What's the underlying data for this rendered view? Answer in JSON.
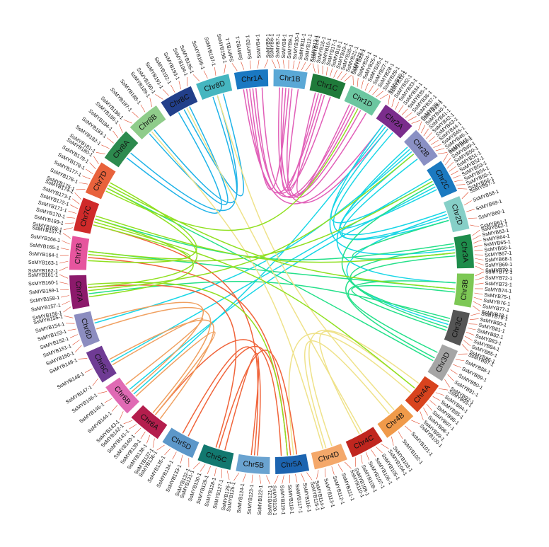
{
  "chromosomes": [
    {
      "name": "Chr1A",
      "color": "#1a78c2"
    },
    {
      "name": "Chr1B",
      "color": "#5aa8d6"
    },
    {
      "name": "Chr1C",
      "color": "#1f7a3a"
    },
    {
      "name": "Chr1D",
      "color": "#6cc6a0"
    },
    {
      "name": "Chr2A",
      "color": "#7b2d8c"
    },
    {
      "name": "Chr2B",
      "color": "#8a90c4"
    },
    {
      "name": "Chr2C",
      "color": "#1b79c0"
    },
    {
      "name": "Chr2D",
      "color": "#86cfc7"
    },
    {
      "name": "Chr3A",
      "color": "#1e8c4b"
    },
    {
      "name": "Chr3B",
      "color": "#7dc855"
    },
    {
      "name": "Chr3C",
      "color": "#555555"
    },
    {
      "name": "Chr3D",
      "color": "#a5a5a5"
    },
    {
      "name": "Chr4A",
      "color": "#d8431e"
    },
    {
      "name": "Chr4B",
      "color": "#f09a4a"
    },
    {
      "name": "Chr4C",
      "color": "#c0261f"
    },
    {
      "name": "Chr4D",
      "color": "#f4a86a"
    },
    {
      "name": "Chr5A",
      "color": "#1c64b0"
    },
    {
      "name": "Chr5B",
      "color": "#6aa3d0"
    },
    {
      "name": "Chr5C",
      "color": "#12786f"
    },
    {
      "name": "Chr5D",
      "color": "#5c97c9"
    },
    {
      "name": "Chr6A",
      "color": "#b41e4d"
    },
    {
      "name": "Chr6B",
      "color": "#e06ab4"
    },
    {
      "name": "Chr6C",
      "color": "#6f3b94"
    },
    {
      "name": "Chr6D",
      "color": "#8c8dc0"
    },
    {
      "name": "Chr7A",
      "color": "#8c1a6b"
    },
    {
      "name": "Chr7B",
      "color": "#e6559e"
    },
    {
      "name": "Chr7C",
      "color": "#cf2a2a"
    },
    {
      "name": "Chr7D",
      "color": "#e8623c"
    },
    {
      "name": "Chr8A",
      "color": "#2d8a4e"
    },
    {
      "name": "Chr8B",
      "color": "#8fcc8a"
    },
    {
      "name": "Chr8C",
      "color": "#223f8a"
    },
    {
      "name": "Chr8D",
      "color": "#45b6c0"
    }
  ],
  "genes": [
    [
      "Chr1A",
      [
        "SsMYB1-1",
        "SsMYB2-1",
        "SsMYB3-1",
        "SsMYB4-1",
        "SsMYB5-1"
      ]
    ],
    [
      "Chr1B",
      [
        "SsMYB6-1",
        "SsMYB7-1",
        "SsMYB8-1",
        "SsMYB9-1",
        "SsMYB10-1",
        "SsMYB11-1",
        "SsMYB12-1",
        "SsMYB13-1"
      ]
    ],
    [
      "Chr1C",
      [
        "SsMYB14-1",
        "SsMYB15-1",
        "SsMYB16-1",
        "SsMYB17-1",
        "SsMYB18-1",
        "SsMYB19-1",
        "SsMYB20-1",
        "SsMYB21-1",
        "SsMYB22-1"
      ]
    ],
    [
      "Chr1D",
      [
        "SsMYB23-1",
        "SsMYB24-1",
        "SsMYB25-1",
        "SsMYB26-1",
        "SsMYB27-1",
        "SsMYB28-1",
        "SsMYB29-1",
        "SsMYB30-1"
      ]
    ],
    [
      "Chr2A",
      [
        "SsMYB31-1",
        "SsMYB32-1",
        "SsMYB33-1",
        "SsMYB34-1",
        "SsMYB35-1",
        "SsMYB36-1",
        "SsMYB37-1",
        "SsMYB38-1"
      ]
    ],
    [
      "Chr2B",
      [
        "SsMYB39-1",
        "SsMYB40-1",
        "SsMYB41-1",
        "SsMYB42-1",
        "SsMYB43-1",
        "SsMYB44-1",
        "SsMYB45-1",
        "SsMYB46-1",
        "SsMYB47-1"
      ]
    ],
    [
      "Chr2C",
      [
        "SsMYB48-1",
        "SsMYB49-1",
        "SsMYB50-1",
        "SsMYB51-1",
        "SsMYB52-1",
        "SsMYB53-1",
        "SsMYB54-1",
        "SsMYB55-1",
        "SsMYB56-1"
      ]
    ],
    [
      "Chr2D",
      [
        "SsMYB57-1",
        "SsMYB58-1",
        "SsMYB59-1",
        "SsMYB60-1",
        "SsMYB61-1"
      ]
    ],
    [
      "Chr3A",
      [
        "SsMYB62-1",
        "SsMYB63-1",
        "SsMYB64-1",
        "SsMYB65-1",
        "SsMYB66-1",
        "SsMYB67-1",
        "SsMYB68-1",
        "SsMYB69-1",
        "SsMYB70-1"
      ]
    ],
    [
      "Chr3B",
      [
        "SsMYB71-1",
        "SsMYB72-1",
        "SsMYB73-1",
        "SsMYB74-1",
        "SsMYB75-1",
        "SsMYB76-1",
        "SsMYB77-1",
        "SsMYB78-1"
      ]
    ],
    [
      "Chr3C",
      [
        "SsMYB79-1",
        "SsMYB80-1",
        "SsMYB81-1",
        "SsMYB82-1",
        "SsMYB83-1",
        "SsMYB84-1",
        "SsMYB85-1",
        "SsMYB86-1"
      ]
    ],
    [
      "Chr3D",
      [
        "SsMYB87-1",
        "SsMYB88-1",
        "SsMYB89-1",
        "SsMYB90-1",
        "SsMYB91-1",
        "SsMYB92-1"
      ]
    ],
    [
      "Chr4A",
      [
        "SsMYB93-1",
        "SsMYB94-1",
        "SsMYB95-1",
        "SsMYB96-1",
        "SsMYB97-1",
        "SsMYB98-1",
        "SsMYB99-1"
      ]
    ],
    [
      "Chr4B",
      [
        "SsMYB100-1",
        "SsMYB101-1",
        "SsMYB102-1",
        "SsMYB103-1"
      ]
    ],
    [
      "Chr4C",
      [
        "SsMYB104-1",
        "SsMYB105-1",
        "SsMYB106-1",
        "SsMYB107-1",
        "SsMYB108-1",
        "SsMYB109-1"
      ]
    ],
    [
      "Chr4D",
      [
        "SsMYB110-1",
        "SsMYB111-1",
        "SsMYB112-1",
        "SsMYB113-1",
        "SsMYB114-1"
      ]
    ],
    [
      "Chr5A",
      [
        "SsMYB115-1",
        "SsMYB116-1",
        "SsMYB117-1",
        "SsMYB118-1",
        "SsMYB119-1",
        "SsMYB120-1"
      ]
    ],
    [
      "Chr5B",
      [
        "SsMYB121-1",
        "SsMYB122-1",
        "SsMYB123-1",
        "SsMYB124-1",
        "SsMYB125-1"
      ]
    ],
    [
      "Chr5C",
      [
        "SsMYB126-1",
        "SsMYB127-1",
        "SsMYB128-1",
        "SsMYB129-1",
        "SsMYB130-1",
        "SsMYB131-1"
      ]
    ],
    [
      "Chr5D",
      [
        "SsMYB132-1",
        "SsMYB133-1",
        "SsMYB134-1",
        "SsMYB135-1",
        "SsMYB136-1"
      ]
    ],
    [
      "Chr6A",
      [
        "SsMYB137-1",
        "SsMYB138-1",
        "SsMYB139-1",
        "SsMYB140-1",
        "SsMYB141-1",
        "SsMYB142-1"
      ]
    ],
    [
      "Chr6B",
      [
        "SsMYB143-1",
        "SsMYB144-1",
        "SsMYB145-1",
        "SsMYB146-1"
      ]
    ],
    [
      "Chr6C",
      [
        "SsMYB147-1",
        "SsMYB148-1",
        "SsMYB149-1"
      ]
    ],
    [
      "Chr6D",
      [
        "SsMYB150-1",
        "SsMYB151-1",
        "SsMYB152-1",
        "SsMYB153-1",
        "SsMYB154-1",
        "SsMYB155-1"
      ]
    ],
    [
      "Chr7A",
      [
        "SsMYB156-1",
        "SsMYB157-1",
        "SsMYB158-1",
        "SsMYB159-1",
        "SsMYB160-1",
        "SsMYB161-1"
      ]
    ],
    [
      "Chr7B",
      [
        "SsMYB162-1",
        "SsMYB163-1",
        "SsMYB164-1",
        "SsMYB165-1",
        "SsMYB166-1",
        "SsMYB167-1"
      ]
    ],
    [
      "Chr7C",
      [
        "SsMYB168-1",
        "SsMYB169-1",
        "SsMYB170-1",
        "SsMYB171-1",
        "SsMYB172-1",
        "SsMYB173-1",
        "SsMYB174-1"
      ]
    ],
    [
      "Chr7D",
      [
        "SsMYB175-1",
        "SsMYB176-1",
        "SsMYB177-1",
        "SsMYB178-1",
        "SsMYB179-1",
        "SsMYB180-1"
      ]
    ],
    [
      "Chr8A",
      [
        "SsMYB181-1",
        "SsMYB182-1",
        "SsMYB183-1",
        "SsMYB184-1",
        "SsMYB185-1"
      ]
    ],
    [
      "Chr8B",
      [
        "SsMYB186-1",
        "SsMYB187-1",
        "SsMYB188-1",
        "SsMYB189-1"
      ]
    ],
    [
      "Chr8C",
      [
        "SsMYB190-1",
        "SsMYB191-1",
        "SsMYB192-1",
        "SsMYB193-1",
        "SsMYB194-1"
      ]
    ],
    [
      "Chr8D",
      [
        "SsMYB195-1",
        "SsMYB196-1",
        "SsMYB197-1",
        "SsMYB198-1"
      ]
    ]
  ],
  "links": [
    {
      "from": [
        "Chr8D",
        0.35
      ],
      "to": [
        "Chr8B",
        0.5
      ],
      "color": "#1fb3e8"
    },
    {
      "from": [
        "Chr8D",
        0.5
      ],
      "to": [
        "Chr8A",
        0.6
      ],
      "color": "#1fb3e8"
    },
    {
      "from": [
        "Chr8C",
        0.3
      ],
      "to": [
        "Chr8A",
        0.4
      ],
      "color": "#1fb3e8"
    },
    {
      "from": [
        "Chr8C",
        0.7
      ],
      "to": [
        "Chr8B",
        0.3
      ],
      "color": "#1fb3e8"
    },
    {
      "from": [
        "Chr8D",
        0.7
      ],
      "to": [
        "Chr8C",
        0.5
      ],
      "color": "#1fb3e8"
    },
    {
      "from": [
        "Chr1A",
        0.3
      ],
      "to": [
        "Chr1C",
        0.4
      ],
      "color": "#e15fb8"
    },
    {
      "from": [
        "Chr1A",
        0.5
      ],
      "to": [
        "Chr1D",
        0.3
      ],
      "color": "#e15fb8"
    },
    {
      "from": [
        "Chr1A",
        0.6
      ],
      "to": [
        "Chr1C",
        0.7
      ],
      "color": "#e15fb8"
    },
    {
      "from": [
        "Chr1A",
        0.8
      ],
      "to": [
        "Chr1D",
        0.6
      ],
      "color": "#e15fb8"
    },
    {
      "from": [
        "Chr1B",
        0.2
      ],
      "to": [
        "Chr1D",
        0.4
      ],
      "color": "#e15fb8"
    },
    {
      "from": [
        "Chr1B",
        0.4
      ],
      "to": [
        "Chr1C",
        0.3
      ],
      "color": "#e15fb8"
    },
    {
      "from": [
        "Chr1B",
        0.6
      ],
      "to": [
        "Chr1D",
        0.8
      ],
      "color": "#e15fb8"
    },
    {
      "from": [
        "Chr1B",
        0.8
      ],
      "to": [
        "Chr1C",
        0.5
      ],
      "color": "#e15fb8"
    },
    {
      "from": [
        "Chr1A",
        0.2
      ],
      "to": [
        "Chr2A",
        0.3
      ],
      "color": "#e15fb8"
    },
    {
      "from": [
        "Chr1B",
        0.3
      ],
      "to": [
        "Chr2A",
        0.5
      ],
      "color": "#e15fb8"
    },
    {
      "from": [
        "Chr1A",
        0.4
      ],
      "to": [
        "Chr1B",
        0.5
      ],
      "color": "#e15fb8"
    },
    {
      "from": [
        "Chr1C",
        0.2
      ],
      "to": [
        "Chr1D",
        0.2
      ],
      "color": "#e15fb8"
    },
    {
      "from": [
        "Chr2A",
        0.5
      ],
      "to": [
        "Chr2C",
        0.4
      ],
      "color": "#19d6e6"
    },
    {
      "from": [
        "Chr2A",
        0.7
      ],
      "to": [
        "Chr2D",
        0.3
      ],
      "color": "#19d6e6"
    },
    {
      "from": [
        "Chr2B",
        0.3
      ],
      "to": [
        "Chr2D",
        0.6
      ],
      "color": "#19d6e6"
    },
    {
      "from": [
        "Chr2B",
        0.5
      ],
      "to": [
        "Chr2C",
        0.7
      ],
      "color": "#19d6e6"
    },
    {
      "from": [
        "Chr2B",
        0.7
      ],
      "to": [
        "Chr2D",
        0.5
      ],
      "color": "#19d6e6"
    },
    {
      "from": [
        "Chr2A",
        0.3
      ],
      "to": [
        "Chr3A",
        0.4
      ],
      "color": "#19d6e6"
    },
    {
      "from": [
        "Chr2B",
        0.2
      ],
      "to": [
        "Chr3B",
        0.3
      ],
      "color": "#19d6e6"
    },
    {
      "from": [
        "Chr2C",
        0.3
      ],
      "to": [
        "Chr6C",
        0.4
      ],
      "color": "#19d6e6"
    },
    {
      "from": [
        "Chr2B",
        0.4
      ],
      "to": [
        "Chr6D",
        0.6
      ],
      "color": "#19d6e6"
    },
    {
      "from": [
        "Chr2C",
        0.6
      ],
      "to": [
        "Chr6B",
        0.5
      ],
      "color": "#19d6e6"
    },
    {
      "from": [
        "Chr2A",
        0.4
      ],
      "to": [
        "Chr6B",
        0.3
      ],
      "color": "#19d6e6"
    },
    {
      "from": [
        "Chr2D",
        0.4
      ],
      "to": [
        "Chr3C",
        0.5
      ],
      "color": "#19d6e6"
    },
    {
      "from": [
        "Chr3A",
        0.3
      ],
      "to": [
        "Chr3C",
        0.4
      ],
      "color": "#25e08a"
    },
    {
      "from": [
        "Chr3A",
        0.6
      ],
      "to": [
        "Chr3D",
        0.5
      ],
      "color": "#25e08a"
    },
    {
      "from": [
        "Chr3B",
        0.3
      ],
      "to": [
        "Chr3D",
        0.3
      ],
      "color": "#25e08a"
    },
    {
      "from": [
        "Chr3B",
        0.6
      ],
      "to": [
        "Chr3C",
        0.7
      ],
      "color": "#25e08a"
    },
    {
      "from": [
        "Chr3A",
        0.2
      ],
      "to": [
        "Chr7C",
        0.5
      ],
      "color": "#25e08a"
    },
    {
      "from": [
        "Chr3B",
        0.5
      ],
      "to": [
        "Chr7B",
        0.6
      ],
      "color": "#25e08a"
    },
    {
      "from": [
        "Chr3C",
        0.3
      ],
      "to": [
        "Chr7A",
        0.4
      ],
      "color": "#25e08a"
    },
    {
      "from": [
        "Chr3D",
        0.6
      ],
      "to": [
        "Chr7D",
        0.4
      ],
      "color": "#25e08a"
    },
    {
      "from": [
        "Chr3A",
        0.5
      ],
      "to": [
        "Chr2D",
        0.6
      ],
      "color": "#25e08a"
    },
    {
      "from": [
        "Chr3C",
        0.6
      ],
      "to": [
        "Chr2C",
        0.5
      ],
      "color": "#25e08a"
    },
    {
      "from": [
        "Chr4A",
        0.5
      ],
      "to": [
        "Chr4C",
        0.5
      ],
      "color": "#efe28a"
    },
    {
      "from": [
        "Chr4B",
        0.5
      ],
      "to": [
        "Chr4D",
        0.5
      ],
      "color": "#efe28a"
    },
    {
      "from": [
        "Chr4A",
        0.3
      ],
      "to": [
        "Chr4D",
        0.3
      ],
      "color": "#efe28a"
    },
    {
      "from": [
        "Chr4B",
        0.3
      ],
      "to": [
        "Chr8D",
        0.5
      ],
      "color": "#efe28a"
    },
    {
      "from": [
        "Chr4C",
        0.4
      ],
      "to": [
        "Chr8C",
        0.6
      ],
      "color": "#efe28a"
    },
    {
      "from": [
        "Chr4D",
        0.6
      ],
      "to": [
        "Chr8B",
        0.4
      ],
      "color": "#efe28a"
    },
    {
      "from": [
        "Chr4A",
        0.7
      ],
      "to": [
        "Chr5A",
        0.4
      ],
      "color": "#efe28a"
    },
    {
      "from": [
        "Chr5A",
        0.3
      ],
      "to": [
        "Chr5C",
        0.5
      ],
      "color": "#f0643a"
    },
    {
      "from": [
        "Chr5A",
        0.6
      ],
      "to": [
        "Chr5D",
        0.4
      ],
      "color": "#f0643a"
    },
    {
      "from": [
        "Chr5B",
        0.4
      ],
      "to": [
        "Chr5D",
        0.6
      ],
      "color": "#f0643a"
    },
    {
      "from": [
        "Chr5B",
        0.6
      ],
      "to": [
        "Chr5C",
        0.3
      ],
      "color": "#f0643a"
    },
    {
      "from": [
        "Chr5A",
        0.5
      ],
      "to": [
        "Chr7B",
        0.4
      ],
      "color": "#f0643a"
    },
    {
      "from": [
        "Chr5B",
        0.5
      ],
      "to": [
        "Chr7C",
        0.3
      ],
      "color": "#f0643a"
    },
    {
      "from": [
        "Chr5C",
        0.6
      ],
      "to": [
        "Chr7A",
        0.6
      ],
      "color": "#f0643a"
    },
    {
      "from": [
        "Chr5A",
        0.8
      ],
      "to": [
        "Chr6A",
        0.5
      ],
      "color": "#f0643a"
    },
    {
      "from": [
        "Chr6A",
        0.3
      ],
      "to": [
        "Chr6C",
        0.5
      ],
      "color": "#f0a060"
    },
    {
      "from": [
        "Chr6A",
        0.6
      ],
      "to": [
        "Chr6D",
        0.4
      ],
      "color": "#f0a060"
    },
    {
      "from": [
        "Chr6B",
        0.4
      ],
      "to": [
        "Chr6D",
        0.7
      ],
      "color": "#f0a060"
    },
    {
      "from": [
        "Chr6B",
        0.7
      ],
      "to": [
        "Chr6C",
        0.3
      ],
      "color": "#f0a060"
    },
    {
      "from": [
        "Chr6A",
        0.5
      ],
      "to": [
        "Chr6B",
        0.2
      ],
      "color": "#f0a060"
    },
    {
      "from": [
        "Chr7A",
        0.3
      ],
      "to": [
        "Chr7C",
        0.5
      ],
      "color": "#90e020"
    },
    {
      "from": [
        "Chr7A",
        0.6
      ],
      "to": [
        "Chr7D",
        0.4
      ],
      "color": "#90e020"
    },
    {
      "from": [
        "Chr7B",
        0.3
      ],
      "to": [
        "Chr7D",
        0.6
      ],
      "color": "#90e020"
    },
    {
      "from": [
        "Chr7B",
        0.6
      ],
      "to": [
        "Chr7C",
        0.3
      ],
      "color": "#90e020"
    },
    {
      "from": [
        "Chr7C",
        0.6
      ],
      "to": [
        "Chr3A",
        0.5
      ],
      "color": "#90e020"
    },
    {
      "from": [
        "Chr7D",
        0.5
      ],
      "to": [
        "Chr3B",
        0.5
      ],
      "color": "#90e020"
    },
    {
      "from": [
        "Chr7A",
        0.5
      ],
      "to": [
        "Chr2B",
        0.5
      ],
      "color": "#90e020"
    },
    {
      "from": [
        "Chr7B",
        0.5
      ],
      "to": [
        "Chr2C",
        0.4
      ],
      "color": "#90e020"
    },
    {
      "from": [
        "Chr7C",
        0.4
      ],
      "to": [
        "Chr4A",
        0.5
      ],
      "color": "#90e020"
    },
    {
      "from": [
        "Chr7D",
        0.3
      ],
      "to": [
        "Chr1D",
        0.5
      ],
      "color": "#90e020"
    },
    {
      "from": [
        "Chr7A",
        0.7
      ],
      "to": [
        "Chr5A",
        0.6
      ],
      "color": "#90e020"
    }
  ]
}
